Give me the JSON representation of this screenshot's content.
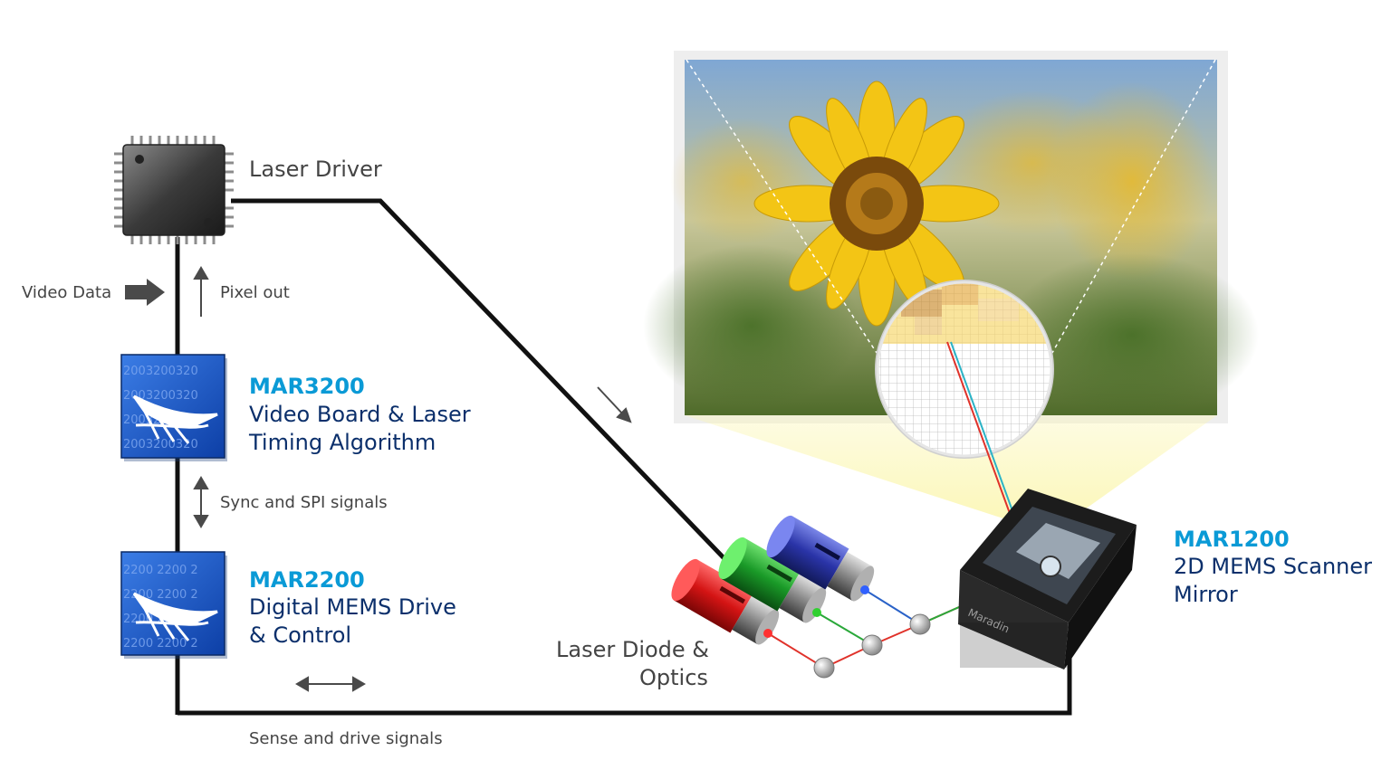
{
  "colors": {
    "accent_title": "#0a9ad6",
    "dark_blue_text": "#0b2f6b",
    "gray_text": "#444444",
    "wire": "#111111",
    "red_beam": "#e0322a",
    "green_beam": "#2aa83a",
    "blue_beam": "#2a62c8"
  },
  "labels": {
    "laser_driver": "Laser Driver",
    "video_data": "Video Data",
    "pixel_out": "Pixel out",
    "sync_spi": "Sync and SPI signals",
    "sense_drive": "Sense and drive signals",
    "laser_diode_line1": "Laser Diode &",
    "laser_diode_line2": "Optics"
  },
  "mar3200": {
    "title": "MAR3200",
    "line1": "Video Board & Laser",
    "line2": "Timing Algorithm",
    "chip_text": "2003200320032003200320032003"
  },
  "mar2200": {
    "title": "MAR2200",
    "line1": "Digital MEMS Drive",
    "line2": "& Control",
    "chip_text": "2200220022002200220022002200"
  },
  "mar1200": {
    "title": "MAR1200",
    "line1": "2D MEMS Scanner",
    "line2": "Mirror",
    "device_brand": "Maradin"
  },
  "icons": [
    "chip-icon",
    "arrow-right-icon",
    "arrow-up-icon",
    "arrow-updown-icon",
    "arrow-leftright-icon",
    "arrow-diagonal-icon",
    "laser-cylinder-icon",
    "mirror-device-icon"
  ]
}
